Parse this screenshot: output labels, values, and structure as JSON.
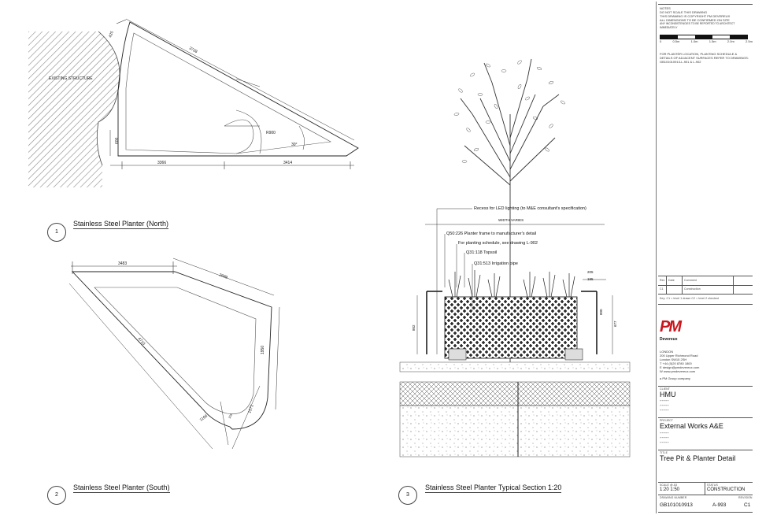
{
  "drawing1": {
    "number": "1",
    "title": "Stainless Steel Planter (North)",
    "existing_structure": "EXISTING STRUCTURE",
    "dims": {
      "d425": "425",
      "d3728": "3728",
      "d600": "600",
      "d3366": "3366",
      "d3414": "3414",
      "r900": "R900",
      "a30": "30°"
    }
  },
  "drawing2": {
    "number": "2",
    "title": "Stainless Steel Planter (South)",
    "dims": {
      "d3483": "3483",
      "d2699": "2699",
      "d4710": "4710",
      "d1950": "1950",
      "d1571": "1571",
      "d1166": "1166",
      "d105": "105"
    }
  },
  "drawing3": {
    "number": "3",
    "title": "Stainless Steel Planter Typical Section 1:20",
    "labels": {
      "led": "Recess for LED lighting (to M&E consultant's specification)",
      "width_varies": "WIDTH VARIES",
      "frame": "Q50:226 Planter frame to manufacturer's detail",
      "schedule": "For planting schedule, see drawing L-902",
      "topsoil": "Q31:118 Topsoil",
      "irrigation": "Q31:513 Irrigation pipe"
    },
    "dims": {
      "d205": "205",
      "d185": "185",
      "d802": "802",
      "d677": "677",
      "d800": "800"
    }
  },
  "title_block": {
    "notes": [
      "NOTES",
      "DO NOT SCALE THIS DRAWING",
      "THIS DRAWING IS COPYRIGHT PM DEVEREUX",
      "ALL DIMENSIONS TO BE CONFIRMED ON SITE",
      "ANY INCONSISTENCIES TO BE REPORTED TO ARCHITECT IMMEDIATELY"
    ],
    "scale_labels": [
      "0",
      "0.5m",
      "1.0m",
      "1.5m",
      "2.0m",
      "2.5m"
    ],
    "planter_note": "FOR PLANTER LOCATION, PLANTING SCHEDULE & DETAILS OF ADJACENT SURFACES REFER TO DRAWINGS: GB101010913-L-901 & L-902",
    "revision_headers": [
      "Rev",
      "Date",
      "Comment"
    ],
    "revision_row": [
      "C1",
      "",
      "Construction"
    ],
    "revision_key": "Key:   C1 = level 1 drawn    C2 = level 2 checked",
    "company_logo": "PM",
    "company_name": "Devereux",
    "address": [
      "LONDON",
      "200 Upper Richmond Road",
      "London SW15 2SH",
      "T  +44 (0)20 8780 1800",
      "E  design@pmdevereux.com",
      "W  www.pmdevereux.com"
    ],
    "group_note": "a PM Group company",
    "client_label": "CLIENT",
    "client": "HMU",
    "project_label": "PROJECT",
    "project": "External Works A&E",
    "title_label": "TITLE",
    "title": "Tree Pit & Planter Detail",
    "scale_label": "SCALE @ A3",
    "scale_value": "1:20 1:50",
    "status_label": "STATUS",
    "status_value": "CONSTRUCTION",
    "drawing_label": "DRAWING NUMBER",
    "revision_label": "REVISION",
    "drawing_number": "GB101010913",
    "sheet": "A-993",
    "revision": "C1",
    "dashes": "-----"
  }
}
